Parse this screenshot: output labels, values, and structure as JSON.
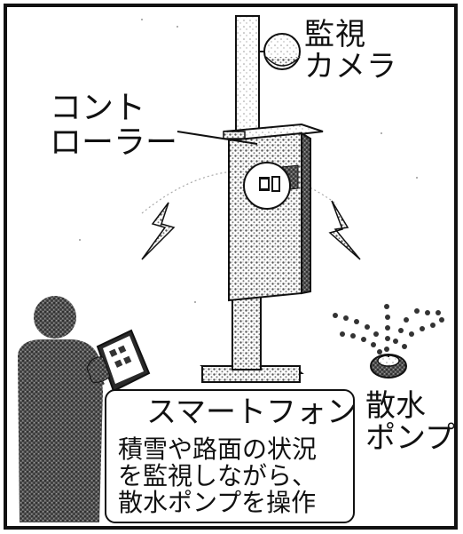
{
  "labels": {
    "camera": [
      "監視",
      "カメラ"
    ],
    "controller": [
      "コント",
      "ローラー"
    ],
    "pump": [
      "散水",
      "ポンプ"
    ]
  },
  "caption": {
    "title": "スマートフォン",
    "lines": [
      "積雪や路面の状況",
      "を監視しながら、",
      "散水ポンプを操作"
    ]
  },
  "colors": {
    "ink": "#111111",
    "stipple": "#6f6f6f",
    "paper": "#ffffff"
  }
}
